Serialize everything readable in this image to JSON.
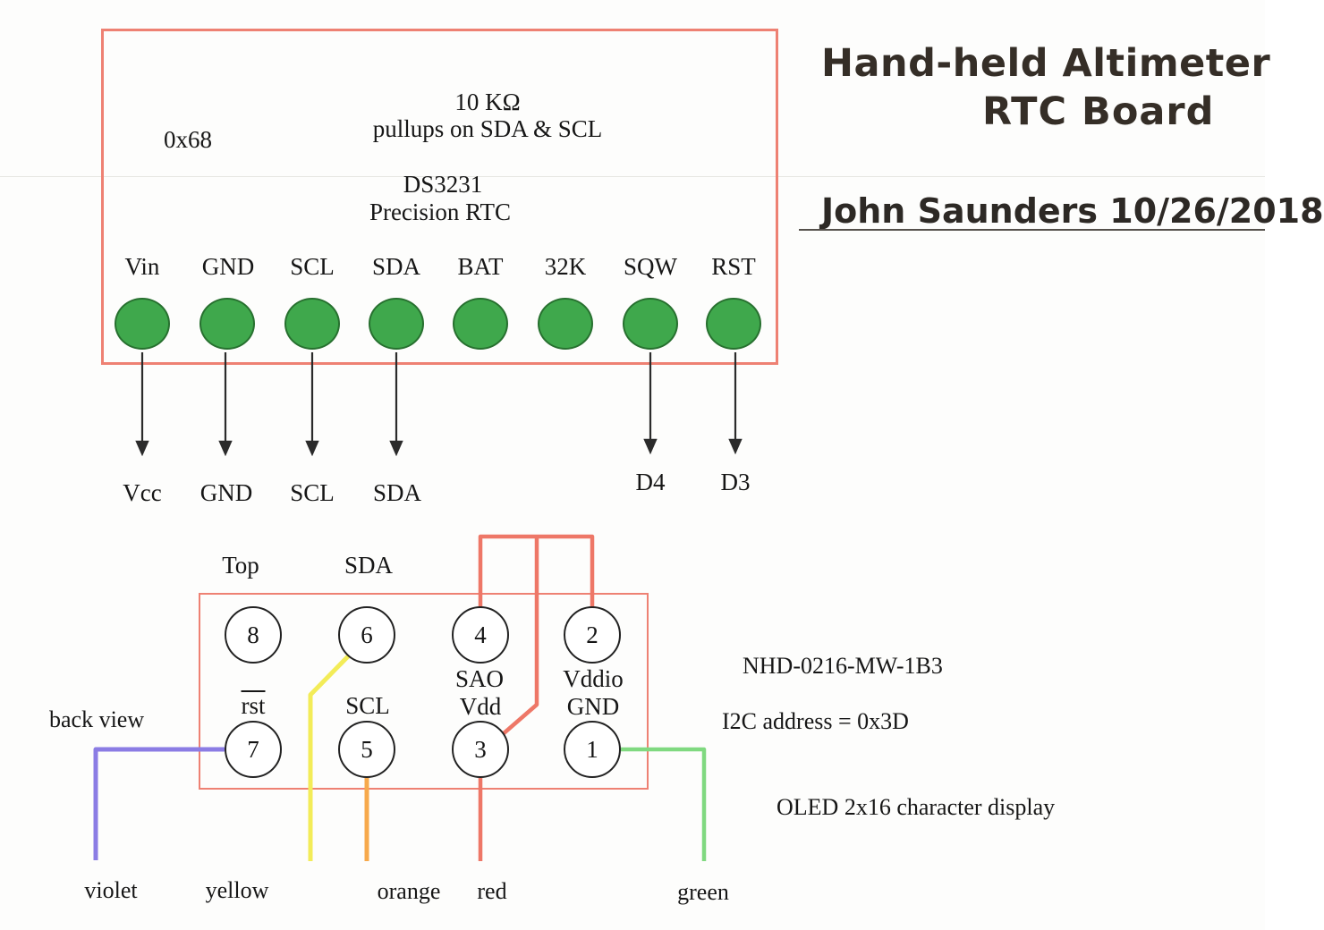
{
  "title_block": {
    "line1": "Hand-held Altimeter",
    "line2": "RTC  Board",
    "author": "John Saunders 10/26/2018"
  },
  "rtc_module": {
    "i2c_address": "0x68",
    "pullup_note_line1": "10 KΩ",
    "pullup_note_line2": "pullups on SDA & SCL",
    "chip_name": "DS3231",
    "chip_desc": "Precision RTC",
    "pin_labels": [
      "Vin",
      "GND",
      "SCL",
      "SDA",
      "BAT",
      "32K",
      "SQW",
      "RST"
    ],
    "wire_dest_labels": [
      "Vcc",
      "GND",
      "SCL",
      "SDA",
      "D4",
      "D3"
    ]
  },
  "display_module": {
    "orientation_label": "Top",
    "sda_header": "SDA",
    "view_label": "back view",
    "pin_numbers": {
      "top_row": [
        "8",
        "6",
        "4",
        "2"
      ],
      "bottom_row": [
        "7",
        "5",
        "3",
        "1"
      ]
    },
    "pin_function_labels": {
      "pin4": "SAO",
      "pin2": "Vddio",
      "pin7": "rst",
      "pin5": "SCL",
      "pin3": "Vdd",
      "pin1": "GND"
    },
    "part_number": "NHD-0216-MW-1B3",
    "i2c_note": "I2C address = 0x3D",
    "description": "OLED 2x16 character display",
    "wire_color_labels": [
      "violet",
      "yellow",
      "orange",
      "red",
      "green"
    ]
  },
  "colors": {
    "module_outline": "#ee8173",
    "rtc_pin_fill": "#3fa84c",
    "arrow": "#2b2b2b",
    "wire_violet": "#8b7ce4",
    "wire_yellow": "#f3ec58",
    "wire_orange": "#f7a94b",
    "wire_red": "#ee7767",
    "wire_green": "#80d980"
  }
}
